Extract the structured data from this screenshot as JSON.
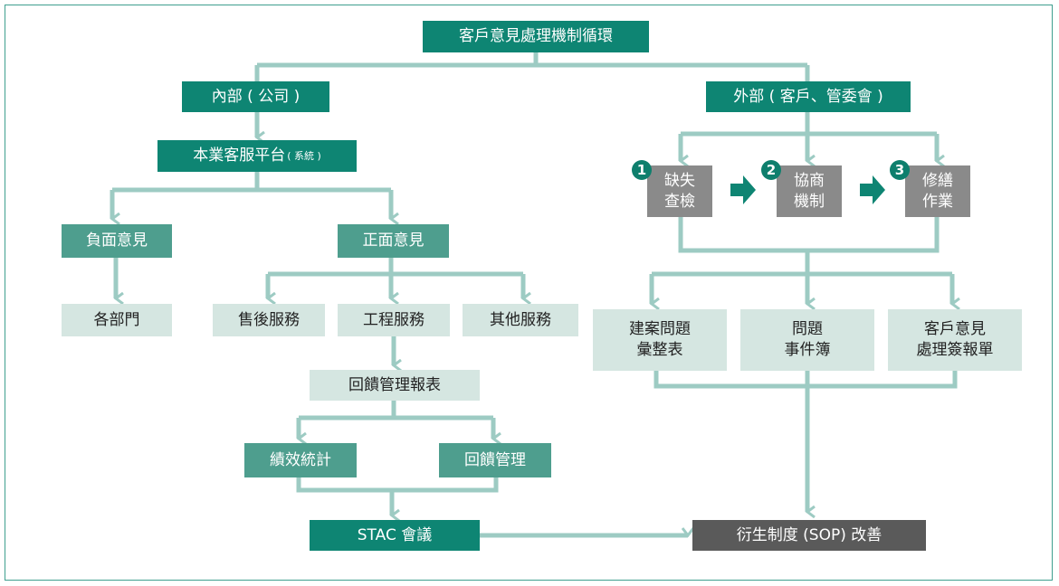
{
  "colors": {
    "dark_teal": "#0e8573",
    "mid_teal": "#4e9e8e",
    "light_teal": "#d5e6e1",
    "gray": "#8a8a8a",
    "dark_gray": "#5a5a5a",
    "connector": "#9dcbc3"
  },
  "title": "客戶意見處理機制循環",
  "internal": {
    "label": "內部 ( 公司 )",
    "platform": {
      "label": "本業客服平台",
      "suffix": "( 系統 )"
    },
    "negative": {
      "label": "負面意見",
      "target": "各部門"
    },
    "positive": {
      "label": "正面意見",
      "services": [
        "售後服務",
        "工程服務",
        "其他服務"
      ]
    },
    "report": "回饋管理報表",
    "performance": "績效統計",
    "feedback_mgmt": "回饋管理",
    "meeting": "STAC 會議"
  },
  "external": {
    "label": "外部 ( 客戶、管委會 )",
    "steps": [
      {
        "number": "1",
        "line1": "缺失",
        "line2": "查檢"
      },
      {
        "number": "2",
        "line1": "協商",
        "line2": "機制"
      },
      {
        "number": "3",
        "line1": "修繕",
        "line2": "作業"
      }
    ],
    "outputs": [
      {
        "line1": "建案問題",
        "line2": "彙整表"
      },
      {
        "line1": "問題",
        "line2": "事件簿"
      },
      {
        "line1": "客戶意見",
        "line2": "處理簽報單"
      }
    ]
  },
  "result": "衍生制度 (SOP) 改善"
}
